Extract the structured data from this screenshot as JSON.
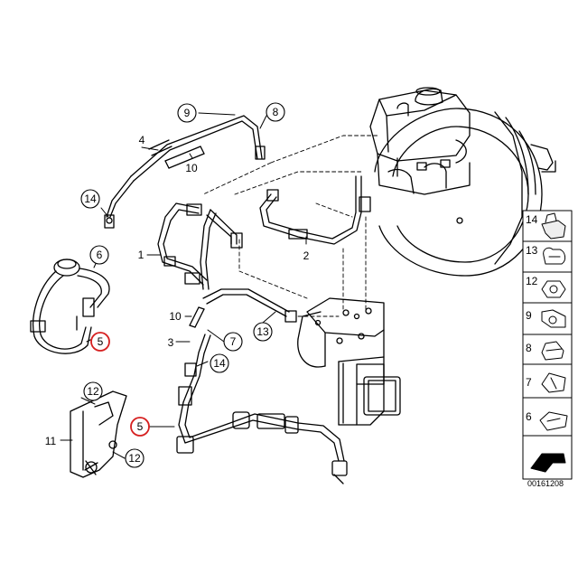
{
  "diagram": {
    "reference_id": "00161208",
    "callouts": [
      {
        "id": "c9",
        "number": "9",
        "circled": true,
        "highlight": false
      },
      {
        "id": "c8",
        "number": "8",
        "circled": true,
        "highlight": false
      },
      {
        "id": "c4",
        "number": "4",
        "circled": false,
        "highlight": false
      },
      {
        "id": "c10a",
        "number": "10",
        "circled": false,
        "highlight": false
      },
      {
        "id": "c14a",
        "number": "14",
        "circled": true,
        "highlight": false
      },
      {
        "id": "c6",
        "number": "6",
        "circled": true,
        "highlight": false
      },
      {
        "id": "c5a",
        "number": "5",
        "circled": true,
        "highlight": true
      },
      {
        "id": "c1",
        "number": "1",
        "circled": false,
        "highlight": false
      },
      {
        "id": "c2",
        "number": "2",
        "circled": false,
        "highlight": false
      },
      {
        "id": "c10b",
        "number": "10",
        "circled": false,
        "highlight": false
      },
      {
        "id": "c3",
        "number": "3",
        "circled": false,
        "highlight": false
      },
      {
        "id": "c7",
        "number": "7",
        "circled": true,
        "highlight": false
      },
      {
        "id": "c13",
        "number": "13",
        "circled": true,
        "highlight": false
      },
      {
        "id": "c14b",
        "number": "14",
        "circled": true,
        "highlight": false
      },
      {
        "id": "c12a",
        "number": "12",
        "circled": true,
        "highlight": false
      },
      {
        "id": "c11",
        "number": "11",
        "circled": false,
        "highlight": false
      },
      {
        "id": "c12b",
        "number": "12",
        "circled": true,
        "highlight": false
      },
      {
        "id": "c5b",
        "number": "5",
        "circled": true,
        "highlight": true
      }
    ],
    "legend": [
      "14",
      "13",
      "12",
      "9",
      "8",
      "7",
      "6"
    ],
    "highlight_color": "#d62020",
    "line_color": "#000000"
  }
}
